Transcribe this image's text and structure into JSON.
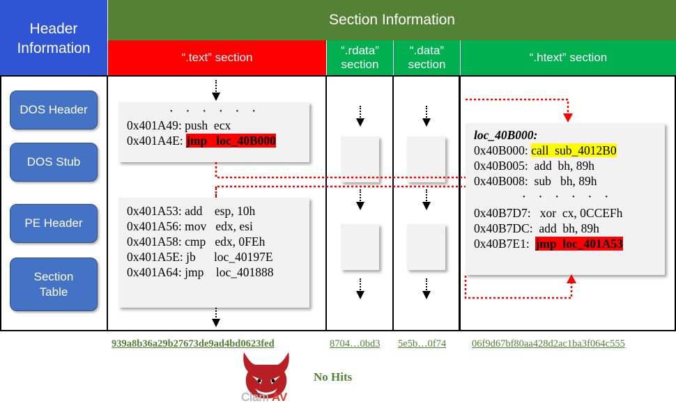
{
  "header": {
    "header_info": "Header\nInformation",
    "section_info": "Section Information",
    "sections": {
      "text": "“.text” section",
      "rdata": "“.rdata”\nsection",
      "data": "“.data”\nsection",
      "htext": "“.htext” section"
    }
  },
  "header_items": [
    "DOS Header",
    "DOS Stub",
    "PE Header",
    "Section\nTable"
  ],
  "text_block1": {
    "dots": "· · · · · ·",
    "line1_addr": "0x401A49:",
    "line1_instr": "push  ecx",
    "line2_addr": "0x401A4E:",
    "line2_instr": "jmp   loc_40B000"
  },
  "text_block2": [
    {
      "addr": "0x401A53:",
      "instr": "add    esp, 10h"
    },
    {
      "addr": "0x401A56:",
      "instr": "mov   edx, esi"
    },
    {
      "addr": "0x401A58:",
      "instr": "cmp   edx, 0FEh"
    },
    {
      "addr": "0x401A5E:",
      "instr": "jb      loc_40197E"
    },
    {
      "addr": "0x401A64:",
      "instr": "jmp    loc_401888"
    }
  ],
  "htext_block": {
    "label": "loc_40B000:",
    "line1_addr": "0x40B000:",
    "line1_instr": "call  sub_4012B0",
    "line2": "0x40B005:  add  bh, 89h",
    "line3": "0x40B008:  sub   bh, 89h",
    "dots": "· · · · · ·",
    "line4": "0x40B7D7:   xor  cx, 0CCEFh",
    "line5": "0x40B7DC:  add  bh, 89h",
    "line6_addr": "0x40B7E1:",
    "line6_instr": "jmp  loc_401A53"
  },
  "hashes": {
    "text": "939a8b36a29b27673de9ad4bd0623fed",
    "rdata": "8704…0bd3",
    "data": "5e5b…0f74",
    "htext": "06f9d67bf80aa428d2ac1ba3f064c555"
  },
  "clamav": {
    "logo_text": "ClamAV",
    "result": "No Hits"
  },
  "colors": {
    "header_blue": "#2f55d4",
    "section_green": "#548235",
    "text_red": "#ff0000",
    "data_green": "#00b050",
    "highlight_yellow": "#ffff00",
    "dotted_red": "#ff0000"
  }
}
